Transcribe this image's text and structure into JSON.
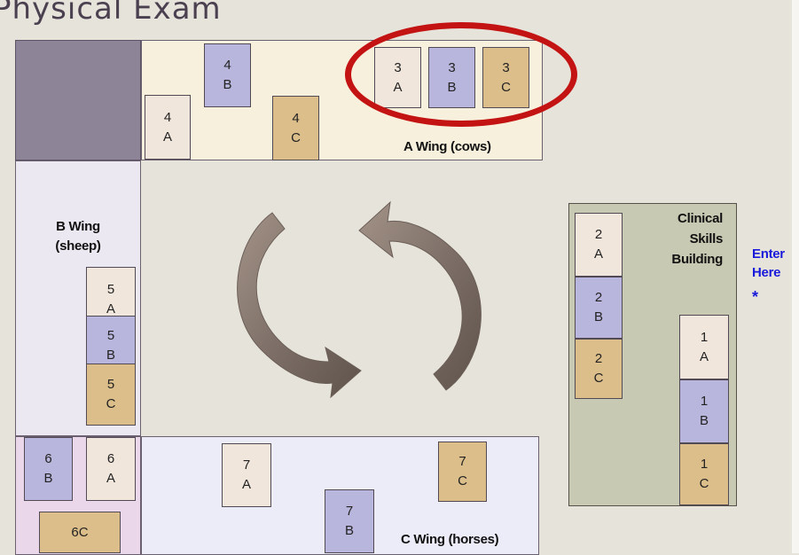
{
  "title": "Physical Exam",
  "wings": {
    "a": "A Wing (cows)",
    "b": [
      "B Wing",
      "(sheep)"
    ],
    "c": "C Wing (horses)",
    "clinical": [
      "Clinical",
      "Skills",
      "Building"
    ]
  },
  "entrance": {
    "line1": "Enter",
    "line2": "Here",
    "marker": "*"
  },
  "stations": {
    "s1a": [
      "1",
      "A"
    ],
    "s1b": [
      "1",
      "B"
    ],
    "s1c": [
      "1",
      "C"
    ],
    "s2a": [
      "2",
      "A"
    ],
    "s2b": [
      "2",
      "B"
    ],
    "s2c": [
      "2",
      "C"
    ],
    "s3a": [
      "3",
      "A"
    ],
    "s3b": [
      "3",
      "B"
    ],
    "s3c": [
      "3",
      "C"
    ],
    "s4a": [
      "4",
      "A"
    ],
    "s4b": [
      "4",
      "B"
    ],
    "s4c": [
      "4",
      "C"
    ],
    "s5a": [
      "5",
      "A"
    ],
    "s5b": [
      "5",
      "B"
    ],
    "s5c": [
      "5",
      "C"
    ],
    "s6a": [
      "6",
      "A"
    ],
    "s6b": [
      "6",
      "B"
    ],
    "s6c": "6C",
    "s7a": [
      "7",
      "A"
    ],
    "s7b": [
      "7",
      "B"
    ],
    "s7c": [
      "7",
      "C"
    ]
  },
  "colors": {
    "station_a": "#f1e6dc",
    "station_b": "#b8b6dd",
    "station_c": "#dcbe8a",
    "highlight": "#c41313",
    "entrance": "#1a1adb",
    "cycle_arrow": "#7e7068"
  },
  "icons": {
    "cycle": "circular-arrows-icon",
    "highlight": "ellipse-highlight"
  }
}
